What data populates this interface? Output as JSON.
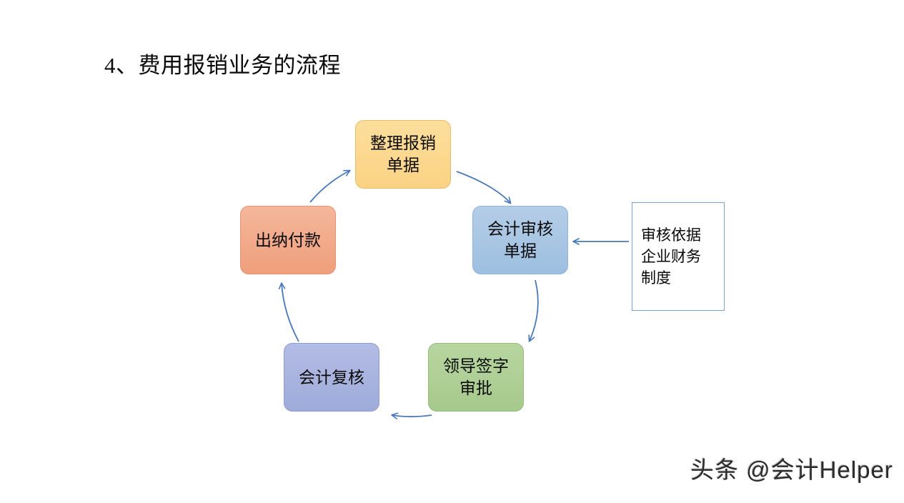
{
  "slide": {
    "title": "4、费用报销业务的流程",
    "background_color": "#ffffff"
  },
  "diagram": {
    "type": "cycle-flowchart",
    "accent_color": "#4a79b8",
    "nodes": [
      {
        "id": "tidy",
        "label": "整理报销\n单据",
        "color": "#fbd284"
      },
      {
        "id": "audit",
        "label": "会计审核\n单据",
        "color": "#9dbfe0"
      },
      {
        "id": "sign",
        "label": "领导签字\n审批",
        "color": "#a6c98c"
      },
      {
        "id": "recheck",
        "label": "会计复核",
        "color": "#9fabd9"
      },
      {
        "id": "pay",
        "label": "出纳付款",
        "color": "#ef9f7c"
      }
    ],
    "note": {
      "label": "审核依据\n企业财务\n制度",
      "border_color": "#7ba2cc"
    },
    "connectors": [
      {
        "from": "tidy",
        "to": "audit",
        "style": "curved"
      },
      {
        "from": "audit",
        "to": "sign",
        "style": "curved"
      },
      {
        "from": "sign",
        "to": "recheck",
        "style": "curved"
      },
      {
        "from": "recheck",
        "to": "pay",
        "style": "curved"
      },
      {
        "from": "pay",
        "to": "tidy",
        "style": "curved"
      },
      {
        "from": "note",
        "to": "audit",
        "style": "straight"
      }
    ]
  },
  "watermark": {
    "text": "头条 @会计Helper"
  }
}
